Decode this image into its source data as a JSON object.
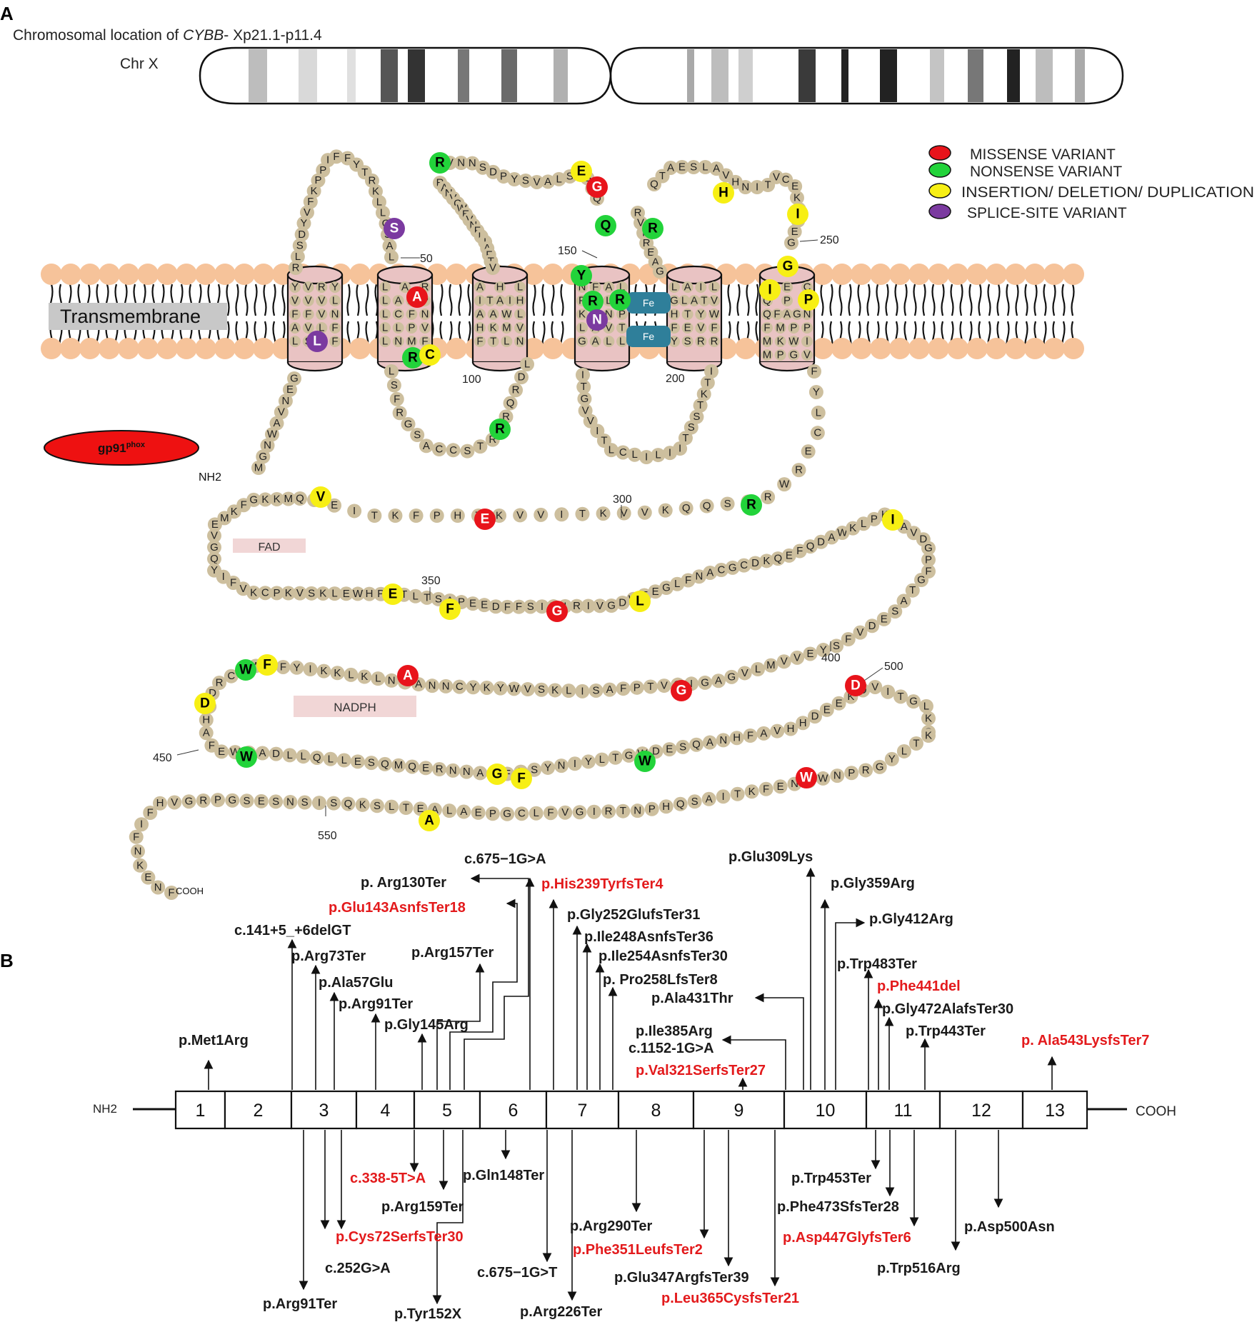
{
  "panels": {
    "a": "A",
    "b": "B"
  },
  "chromosome": {
    "caption_prefix": "Chromosomal location of ",
    "caption_gene": "CYBB",
    "caption_suffix": "- Xp21.1-p11.4",
    "name": "Chr X"
  },
  "membrane": {
    "label": "Transmembrane",
    "iron_label": "Fe"
  },
  "protein": {
    "name": "gp91",
    "name_sup": "phox",
    "n_terminus": "NH2",
    "c_terminus": "COOH",
    "fad_label": "FAD",
    "nadph_label": "NADPH",
    "position_labels": [
      "50",
      "100",
      "150",
      "200",
      "250",
      "300",
      "350",
      "400",
      "450",
      "500",
      "550"
    ]
  },
  "legend": [
    {
      "label": "MISSENSE VARIANT",
      "color": "#e8141b"
    },
    {
      "label": "NONSENSE VARIANT",
      "color": "#22d33a"
    },
    {
      "label": "INSERTION/  DELETION/  DUPLICATION",
      "color": "#f7ef14"
    },
    {
      "label": "SPLICE-SITE VARIANT",
      "color": "#7b3aa0"
    }
  ],
  "colors": {
    "residue": "#cdbf9e",
    "helix": "#e9c3c3",
    "lipid_head": "#f6c39a",
    "iron_box": "#2f7f9a",
    "gp91_fill": "#ee1111",
    "red_label": "#e31a1c"
  },
  "segments": [
    {
      "id": "loop_n",
      "seq": "MGNWAVNEG"
    },
    {
      "id": "tm1_out",
      "seq": "RLSDYVFKPPIFFYTRKLLGSAL"
    },
    {
      "id": "loop_e1",
      "seq": "LSFRGSACCSTRVRQRDL"
    },
    {
      "id": "loop_top",
      "seq": "RVNNSDPYSVALSEGDQ"
    },
    {
      "id": "loop_c1",
      "seq": "RANVCWEVNFLIAFTV"
    },
    {
      "id": "loop_i2",
      "seq": "ITGVVITLCLILIITSSTKTI"
    },
    {
      "id": "loop_top2",
      "seq": "QTAESLAVHNITVCEKISEG"
    },
    {
      "id": "loop_c2",
      "seq": "RVIREAG"
    },
    {
      "id": "cyt_a",
      "seq": "FYLCERWRRSQQKVVKTIVVKTHPFKTIEL"
    },
    {
      "id": "cyt_b",
      "seq": "QMKKGFKMEVGQYIFVKCPKVSKLEWHPFTLTSAPEEDFFSIHIRIVGDWTEGLFNACGCDKQEFQDAWKLPKIAVDGPF"
    },
    {
      "id": "cyt_c",
      "seq": "GTASEDVFSYEVVMLVGAGIGVTPFASILKSVWYKYCNNATNLKLKKIYFYWLCRDTHAFEWFADLLQLLESQMQERNNAGFLSYNIYLTGWDESQANHFAVHHDEEKDVITGLKQ"
    },
    {
      "id": "cyt_d",
      "seq": "KTLYGRPNWDNEFKTIASQHPNTRIGVFLCGPEALAETLSKQSISNSESGPRGVHFIFNKENF"
    }
  ],
  "exons": [
    "1",
    "2",
    "3",
    "4",
    "5",
    "6",
    "7",
    "8",
    "9",
    "10",
    "11",
    "12",
    "13"
  ],
  "variants_above": [
    {
      "label": "p.Met1Arg",
      "color": "black"
    },
    {
      "label": "c.141+5_+6delGT",
      "color": "black"
    },
    {
      "label": "p.Arg73Ter",
      "color": "black"
    },
    {
      "label": "p.Ala57Glu",
      "color": "black"
    },
    {
      "label": "p.Arg91Ter",
      "color": "black"
    },
    {
      "label": "p.Gly145Arg",
      "color": "black"
    },
    {
      "label": "p.Arg157Ter",
      "color": "black"
    },
    {
      "label": "p.Glu143AsnfsTer18",
      "color": "red"
    },
    {
      "label": "p. Arg130Ter",
      "color": "black"
    },
    {
      "label": "c.675−1G>A",
      "color": "black"
    },
    {
      "label": "p.His239TyrfsTer4",
      "color": "red"
    },
    {
      "label": "p.Gly252GlufsTer31",
      "color": "black"
    },
    {
      "label": "p.Ile248AsnfsTer36",
      "color": "black"
    },
    {
      "label": "p.Ile254AsnfsTer30",
      "color": "black"
    },
    {
      "label": "p. Pro258LfsTer8",
      "color": "black"
    },
    {
      "label": "p.Ala431Thr",
      "color": "black"
    },
    {
      "label": "p.Ile385Arg",
      "color": "black"
    },
    {
      "label": "c.1152-1G>A",
      "color": "black"
    },
    {
      "label": "p.Val321SerfsTer27",
      "color": "red"
    },
    {
      "label": "p.Glu309Lys",
      "color": "black"
    },
    {
      "label": "p.Gly359Arg",
      "color": "black"
    },
    {
      "label": "p.Gly412Arg",
      "color": "black"
    },
    {
      "label": "p.Trp483Ter",
      "color": "black"
    },
    {
      "label": "p.Phe441del",
      "color": "red"
    },
    {
      "label": "p.Gly472AlafsTer30",
      "color": "black"
    },
    {
      "label": "p.Trp443Ter",
      "color": "black"
    },
    {
      "label": "p. Ala543LysfsTer7",
      "color": "red"
    }
  ],
  "variants_below": [
    {
      "label": "p.Arg91Ter",
      "color": "black"
    },
    {
      "label": "c.252G>A",
      "color": "black"
    },
    {
      "label": "p.Cys72SerfsTer30",
      "color": "red"
    },
    {
      "label": "c.338-5T>A",
      "color": "red"
    },
    {
      "label": "p.Arg159Ter",
      "color": "black"
    },
    {
      "label": "p.Tyr152X",
      "color": "black"
    },
    {
      "label": "p.Gln148Ter",
      "color": "black"
    },
    {
      "label": "c.675−1G>T",
      "color": "black"
    },
    {
      "label": "p.Arg226Ter",
      "color": "black"
    },
    {
      "label": "p.Arg290Ter",
      "color": "black"
    },
    {
      "label": "p.Phe351LeufsTer2",
      "color": "red"
    },
    {
      "label": "p.Glu347ArgfsTer39",
      "color": "black"
    },
    {
      "label": "p.Leu365CysfsTer21",
      "color": "red"
    },
    {
      "label": "p.Trp453Ter",
      "color": "black"
    },
    {
      "label": "p.Phe473SfsTer28",
      "color": "black"
    },
    {
      "label": "p.Asp447GlyfsTer6",
      "color": "red"
    },
    {
      "label": "p.Trp516Arg",
      "color": "black"
    },
    {
      "label": "p.Asp500Asn",
      "color": "black"
    }
  ]
}
